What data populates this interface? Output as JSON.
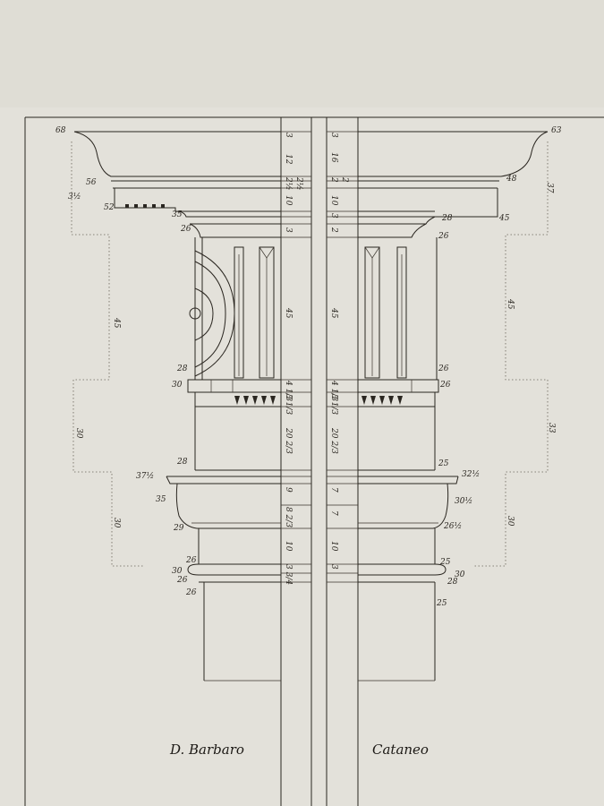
{
  "captions": {
    "left": "D. Barbaro",
    "right": "Cataneo"
  },
  "colors": {
    "paper": "#e3e1da",
    "ink": "#2a2620"
  },
  "left_profile_labels": [
    "68",
    "56",
    "3½",
    "52",
    "35",
    "26",
    "28",
    "30",
    "28",
    "37½",
    "35",
    "29",
    "26",
    "30",
    "26",
    "26"
  ],
  "right_profile_labels": [
    "63",
    "48",
    "45",
    "28",
    "26",
    "26",
    "26",
    "25",
    "32½",
    "30½",
    "26½",
    "25",
    "30",
    "28",
    "25"
  ],
  "outer_left_dims": [
    "45",
    "30",
    "30"
  ],
  "outer_right_dims": [
    "37",
    "45",
    "33",
    "30"
  ],
  "left_scale_column": [
    "3",
    "12",
    "2½",
    "2½",
    "10",
    "3",
    "45",
    "4 1/3",
    "3 1/3",
    "20 2/3",
    "9",
    "8 2/3",
    "10",
    "3 3/4"
  ],
  "right_scale_column": [
    "3",
    "16",
    "2",
    "2",
    "10",
    "3",
    "2",
    "45",
    "4 1/3",
    "3 1/3",
    "20 2/3",
    "7",
    "7",
    "10",
    "3"
  ]
}
